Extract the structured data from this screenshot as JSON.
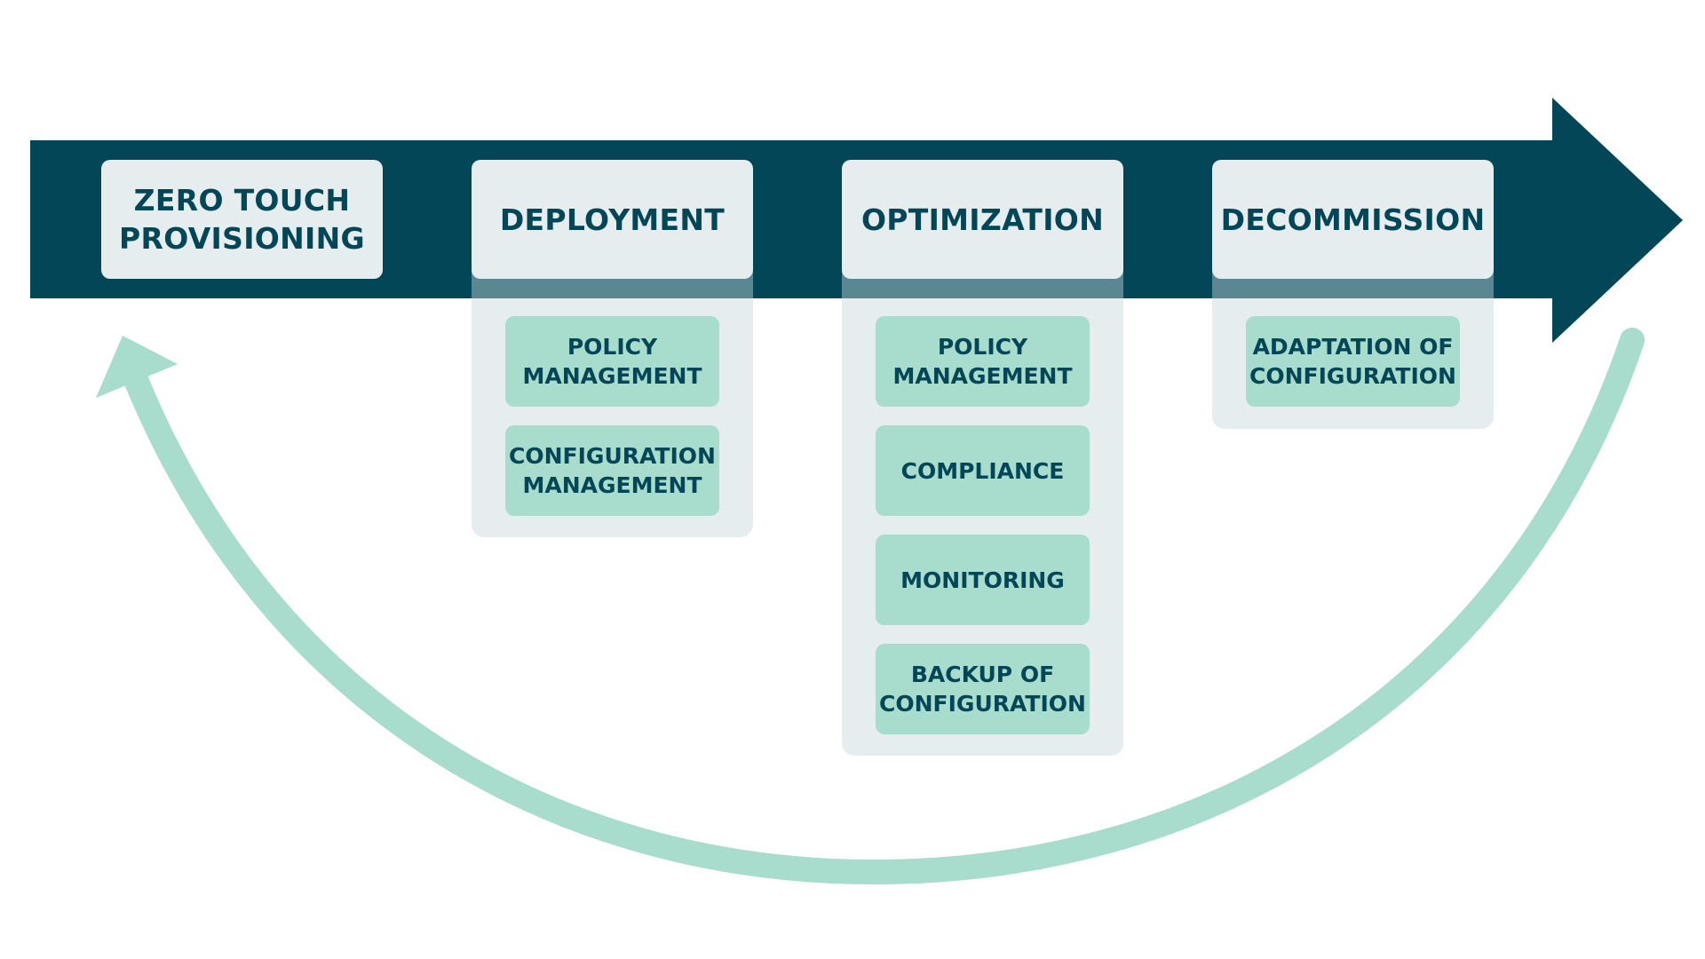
{
  "colors": {
    "arrow_band": "#034657",
    "return_arrow": "#a8dccc",
    "stage_header_bg": "#e6edef",
    "sub_box_bg": "#a8dccc",
    "panel_bg": "#c8d6dc",
    "text": "#034657"
  },
  "stages": [
    {
      "title": "ZERO TOUCH\nPROVISIONING",
      "items": []
    },
    {
      "title": "DEPLOYMENT",
      "items": [
        "POLICY\nMANAGEMENT",
        "CONFIGURATION\nMANAGEMENT"
      ]
    },
    {
      "title": "OPTIMIZATION",
      "items": [
        "POLICY\nMANAGEMENT",
        "COMPLIANCE",
        "MONITORING",
        "BACKUP OF\nCONFIGURATION"
      ]
    },
    {
      "title": "DECOMMISSION",
      "items": [
        "ADAPTATION OF\nCONFIGURATION"
      ]
    }
  ]
}
